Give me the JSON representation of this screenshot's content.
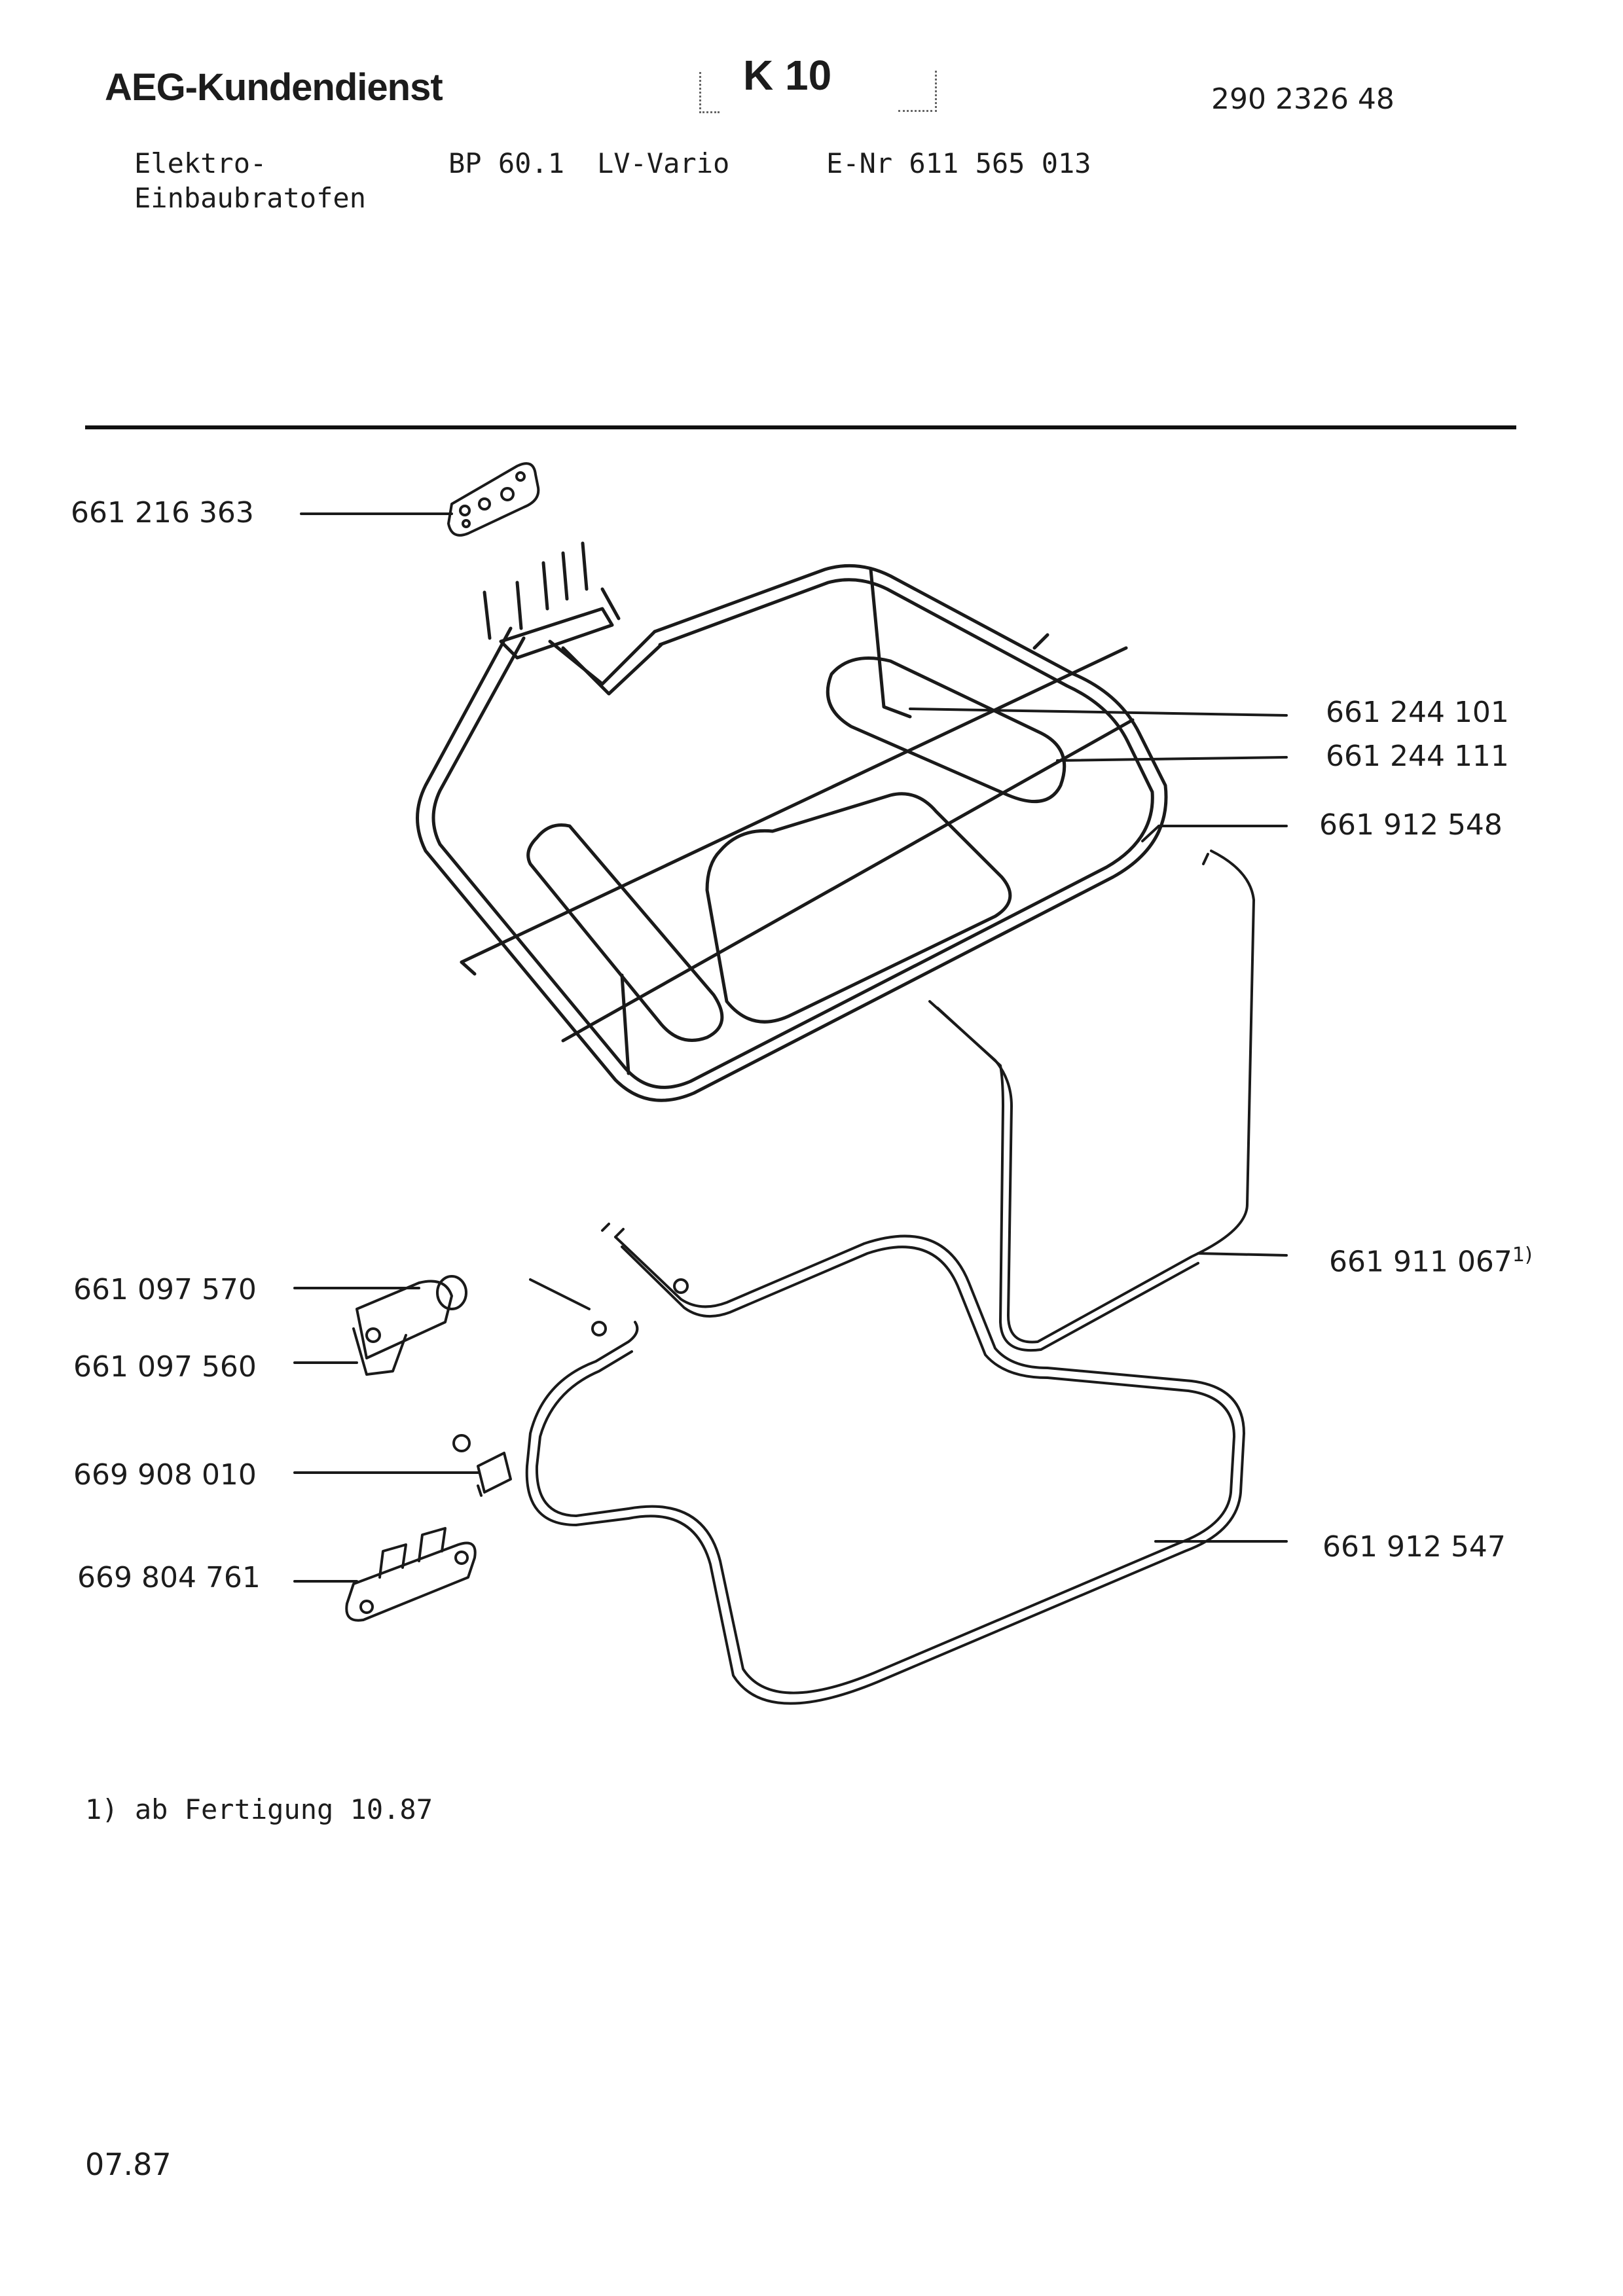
{
  "header": {
    "brand": "AEG-Kundendienst",
    "page_code": "K 10",
    "document_number": "290 2326 48"
  },
  "product": {
    "type_line1": "Elektro-",
    "type_line2": "Einbaubratofen",
    "model": "BP 60.1",
    "variant": "LV-Vario",
    "enr": "E-Nr 611 565 013"
  },
  "parts": [
    {
      "number": "661 216 363",
      "note": ""
    },
    {
      "number": "661 244 101",
      "note": ""
    },
    {
      "number": "661 244 111",
      "note": ""
    },
    {
      "number": "661 912 548",
      "note": ""
    },
    {
      "number": "661 911 067",
      "note": "1)"
    },
    {
      "number": "661 097 570",
      "note": ""
    },
    {
      "number": "661 097 560",
      "note": ""
    },
    {
      "number": "669 908 010",
      "note": ""
    },
    {
      "number": "661 912 547",
      "note": ""
    },
    {
      "number": "669 804 761",
      "note": ""
    }
  ],
  "footnote": "1) ab Fertigung 10.87",
  "date": "07.87"
}
